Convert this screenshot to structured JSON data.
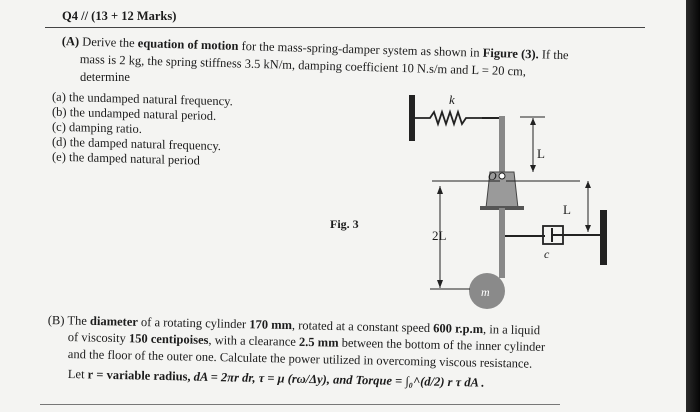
{
  "header": "Q4 // (13 + 12 Marks)",
  "partA": {
    "label": "(A)",
    "line1_pre": "Derive the",
    "line1_bold": "equation of motion",
    "line1_post": "for the mass-spring-damper system as shown in",
    "line1_fig": "Figure (3).",
    "line1_end": "If the",
    "line2": "mass is 2 kg, the spring stiffness 3.5 kN/m, damping coefficient 10 N.s/m and L = 20 cm,",
    "line3": "determine",
    "items": [
      "(a) the undamped natural frequency.",
      "(b) the undamped natural period.",
      "(c) damping ratio.",
      "(d) the damped natural frequency.",
      "(e) the damped natural period"
    ]
  },
  "figure": {
    "caption": "Fig. 3",
    "k": "k",
    "L1": "L",
    "L2": "L",
    "twoL": "2L",
    "c": "c",
    "O": "O",
    "m": "m"
  },
  "partB": {
    "label": "(B)",
    "l1_pre": "The",
    "l1_b1": "diameter",
    "l1_mid": "of a rotating cylinder",
    "l1_b2": "170 mm",
    "l1_mid2": ", rotated at a constant speed",
    "l1_b3": "600 r.p.m",
    "l1_end": ", in a liquid",
    "l2_pre": "of viscosity",
    "l2_b1": "150 centipoises",
    "l2_mid": ", with a clearance",
    "l2_b2": "2.5 mm",
    "l2_end": "between the bottom of the inner cylinder",
    "l3": "and the floor of the outer one. Calculate the power utilized in overcoming viscous resistance.",
    "l4_pre": "Let",
    "l4_b1": "r",
    "l4_mid": "= variable radius,",
    "l4_formula1": "dA = 2πr dr,  τ = μ (rω/Δy), and",
    "l4_torque": "Torque",
    "l4_formula2": "= ∫₀^(d/2) r τ dA ."
  }
}
